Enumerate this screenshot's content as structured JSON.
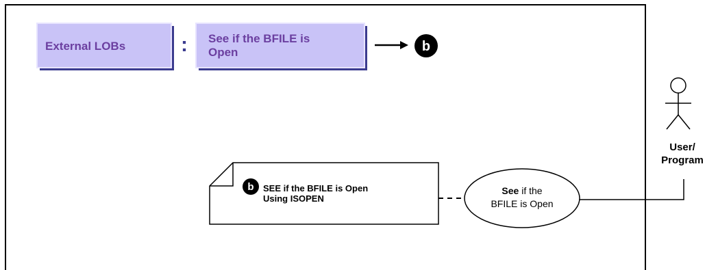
{
  "breadcrumb": {
    "root_label": "External LOBs",
    "separator": ":",
    "current_label_line1": "See if the BFILE is",
    "current_label_line2": "Open",
    "marker": "b"
  },
  "note": {
    "marker": "b",
    "line1": "SEE if the BFILE is Open",
    "line2": "Using ISOPEN"
  },
  "use_case": {
    "line1_bold": "See",
    "line1_rest": " if the",
    "line2": "BFILE is Open"
  },
  "actor": {
    "label_line1": "User/",
    "label_line2": "Program"
  },
  "colors": {
    "box_fill": "#c9c3f7",
    "box_text": "#6b3fa0",
    "box_shadow": "#3b3b8f"
  }
}
